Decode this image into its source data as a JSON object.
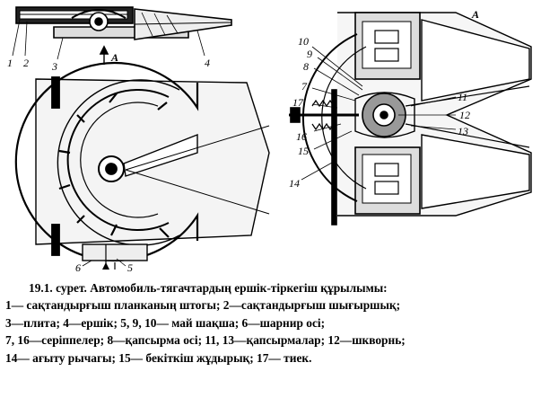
{
  "figure": {
    "left_labels": {
      "n1": "1",
      "n2": "2",
      "n3": "3",
      "n4": "4",
      "n5": "5",
      "n6": "6",
      "view": "A"
    },
    "right_labels": {
      "view": "A",
      "n7": "7",
      "n8": "8",
      "n9": "9",
      "n10": "10",
      "n11": "11",
      "n12": "12",
      "n13": "13",
      "n14": "14",
      "n15": "15",
      "n16": "16",
      "n17": "17"
    }
  },
  "caption": {
    "title": "19.1. сурет. Автомобиль-тягачтардың  ершік-тіркегіш құрылымы:",
    "lines": [
      "1— сақтандырғыш  планканың штогы; 2—сақтандырғыш шығыршық;",
      "3—плита; 4—ершік; 5, 9, 10— май шақша;  6—шарнир  осі;",
      "7, 16—серіппелер; 8—қапсырма осі; 11, 13—қапсырмалар;  12—шкворнь;",
      "14— ағыту рычагы;  15— бекіткіш жұдырық; 17— тиек."
    ]
  }
}
